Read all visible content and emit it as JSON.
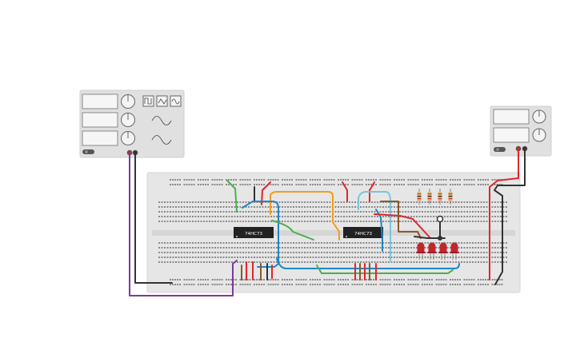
{
  "canvas": {
    "background": "#ffffff"
  },
  "function_generator": {
    "knob_count": 3,
    "waveform_buttons": [
      "square-wave-icon",
      "triangle-wave-icon",
      "sine-wave-icon"
    ],
    "power_switch_state": "off"
  },
  "power_supply": {
    "display_count": 2,
    "power_switch_state": "off"
  },
  "breadboard": {
    "color": "#e6e6e6",
    "ic_chips": [
      {
        "label": "74HC73"
      },
      {
        "label": "74HC73"
      }
    ],
    "resistor_count": 4,
    "led_count": 4,
    "led_color": "#c0272d",
    "pushbutton_count": 1
  },
  "wire_colors": {
    "red": "#e0262b",
    "black": "#333333",
    "purple": "#7b3b98",
    "green": "#4caf50",
    "blue": "#1e88c8",
    "orange": "#f39c1c",
    "brown": "#8a5a2b",
    "light_blue": "#79c4de"
  }
}
